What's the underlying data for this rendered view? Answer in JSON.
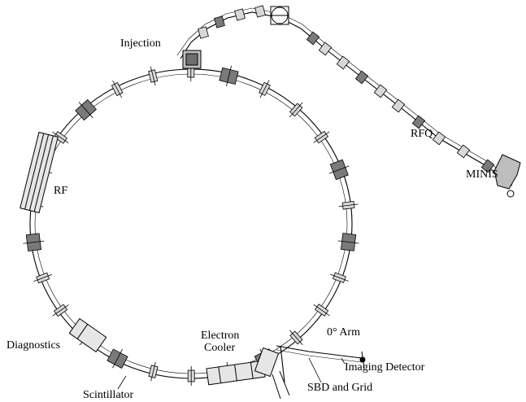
{
  "labels": {
    "injection": "Injection",
    "rf": "RF",
    "rfq": "RFQ",
    "minis": "MINIS",
    "diagnostics": "Diagnostics",
    "electron_cooler_line1": "Electron",
    "electron_cooler_line2": "Cooler",
    "zero_deg_arm": "0° Arm",
    "imaging_detector": "Imaging Detector",
    "sbd_and_grid": "SBD and Grid",
    "scintillator": "Scintillator"
  },
  "colors": {
    "line": "#000000",
    "background": "#ffffff",
    "element_fill": "#d8d8d8",
    "dark_fill": "#7a7a7a"
  }
}
